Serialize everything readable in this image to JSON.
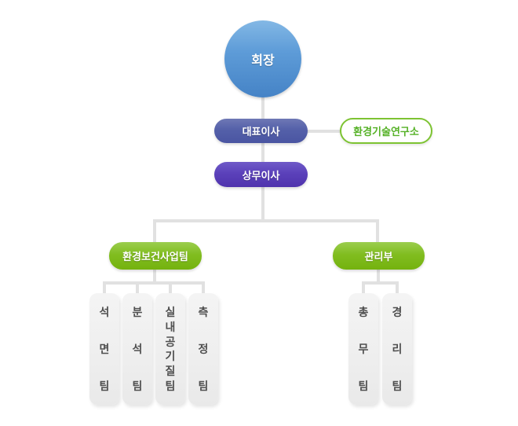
{
  "org": {
    "chairman": {
      "label": "회장"
    },
    "ceo": {
      "label": "대표이사"
    },
    "research": {
      "label": "환경기술연구소"
    },
    "director": {
      "label": "상무이사"
    },
    "dept_left": {
      "label": "환경보건사업팀"
    },
    "dept_right": {
      "label": "관리부"
    },
    "teams_left": [
      {
        "name": "석면팀"
      },
      {
        "name": "분석팀"
      },
      {
        "name": "실내공기질팀"
      },
      {
        "name": "측정팀"
      }
    ],
    "teams_right": [
      {
        "name": "총무팀"
      },
      {
        "name": "경리팀"
      }
    ]
  },
  "colors": {
    "chairman_blue": "#4583c6",
    "ceo_indigo": "#4f5aa5",
    "director_purple": "#5640b8",
    "dept_green": "#7cb918",
    "research_border_green": "#7dc332",
    "research_text_green": "#55b126",
    "connector_gray": "#e1e1e1",
    "teambox_gray": "#efefef",
    "teambox_text": "#4f4f4f",
    "background": "#ffffff"
  }
}
